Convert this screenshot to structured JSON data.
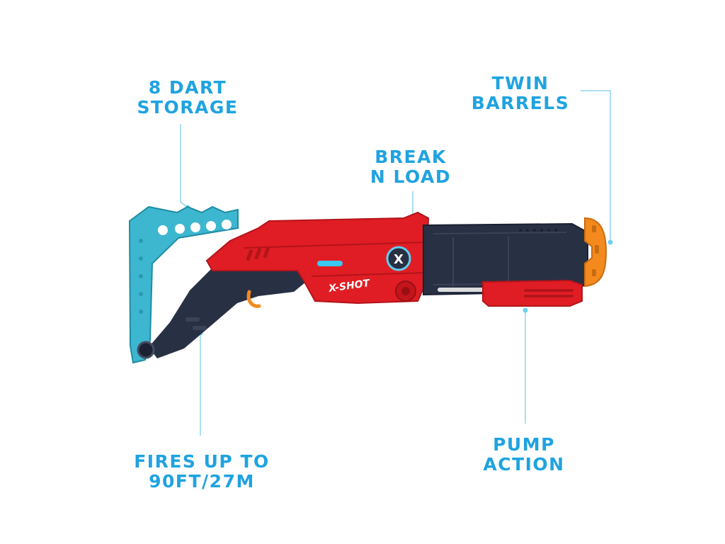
{
  "features": {
    "dart_storage": {
      "line1": "8 DART",
      "line2": "STORAGE"
    },
    "twin_barrels": {
      "line1": "TWIN",
      "line2": "BARRELS"
    },
    "break_n_load": {
      "line1": "BREAK",
      "line2": "N LOAD"
    },
    "range": {
      "line1": "FIRES UP TO",
      "line2": "90FT/27M"
    },
    "pump_action": {
      "line1": "PUMP",
      "line2": "ACTION"
    }
  },
  "product": {
    "brand_logo": "X-SHOT",
    "emblem": "X"
  },
  "colors": {
    "label_blue": "#1fa3e0",
    "leader_line": "#8fd3ef",
    "body_red": "#e01d24",
    "dark_navy": "#283044",
    "stock_teal": "#3cb7cf",
    "tip_orange": "#f48a1e"
  }
}
